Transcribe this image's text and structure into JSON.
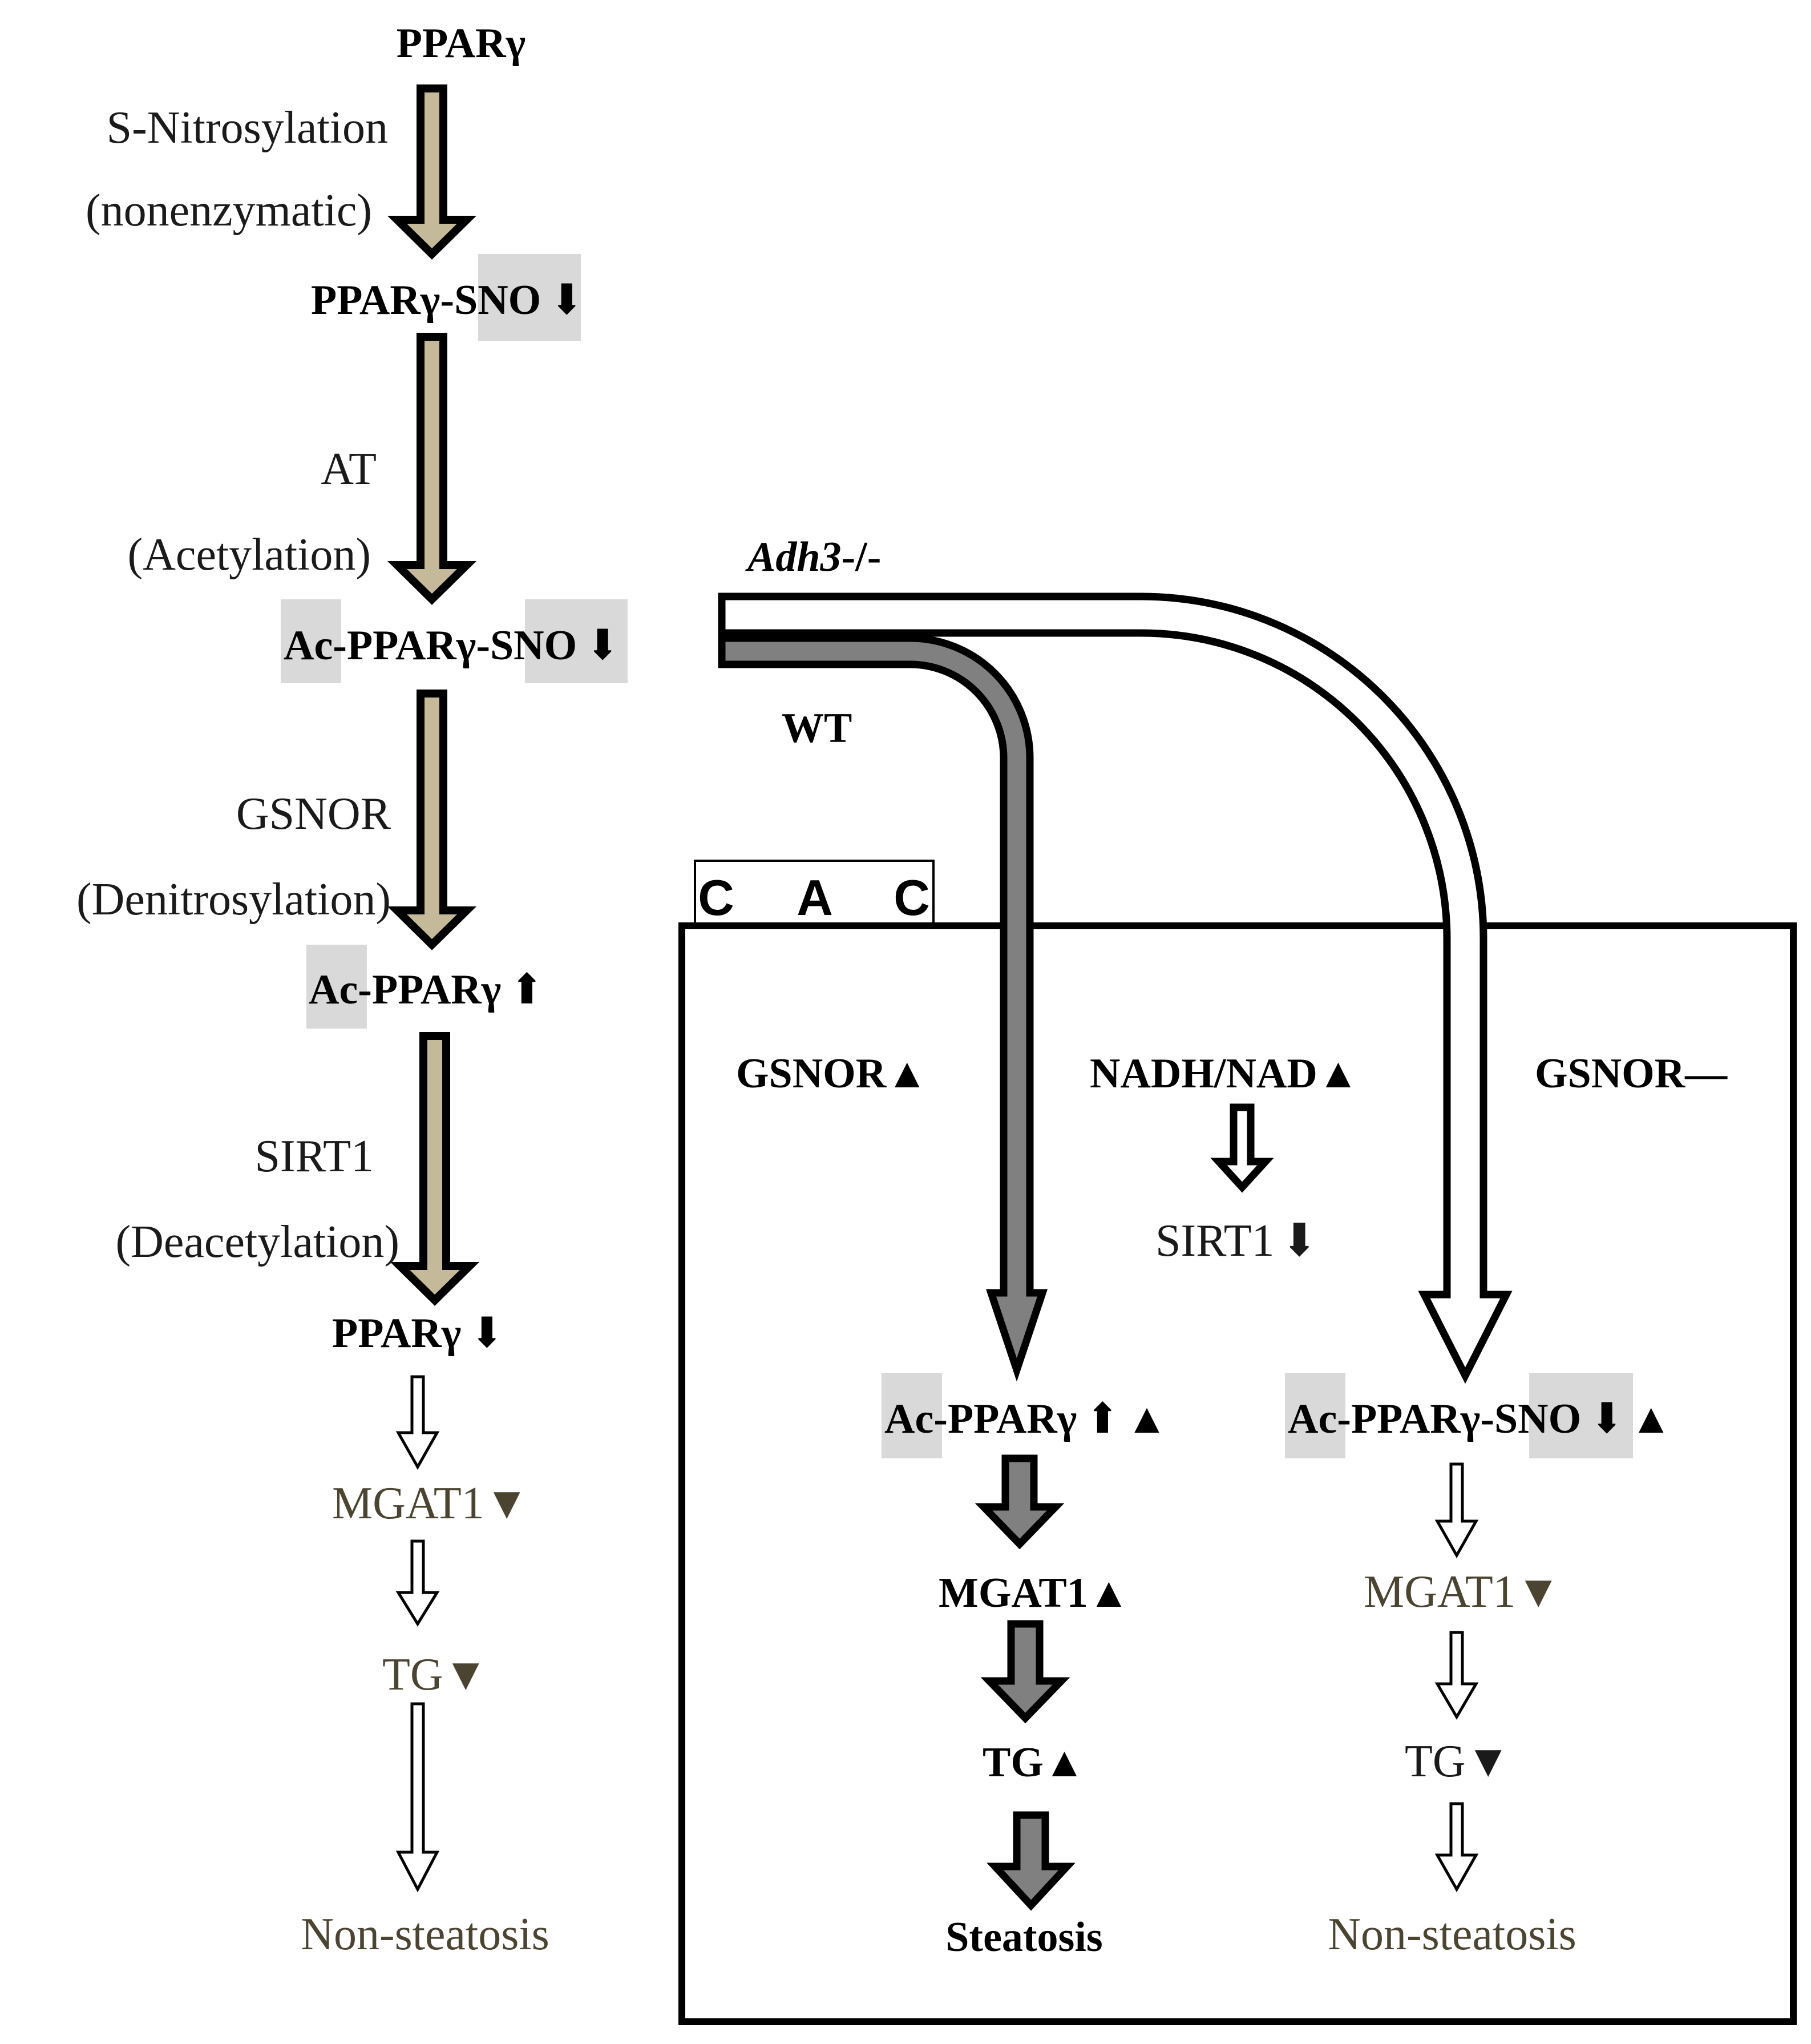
{
  "left_column": {
    "pparg": "PPARγ",
    "sn_label": "S-Nitrosylation",
    "sn_sub": "(nonenzymatic)",
    "pparg_sno_prefix": "PPARγ-",
    "pparg_sno_suffix": "SNO",
    "arrow_down": "⬇",
    "arrow_up": "⬆",
    "at_label": "AT",
    "at_sub": "(Acetylation)",
    "ac": "Ac",
    "ac_mid": "-PPARγ-",
    "sno": "SNO",
    "gsnor_label": "GSNOR",
    "gsnor_sub": "(Denitrosylation)",
    "ac_pparg_mid": "-PPARγ",
    "sirt1_label": "SIRT1",
    "sirt1_sub": "(Deacetylation)",
    "pparg_end": "PPARγ",
    "mgat1": "MGAT1▼",
    "tg": "TG▼",
    "non_steatosis": "Non-steatosis"
  },
  "pathways": {
    "adh3": "Adh3",
    "adh3_suffix": "-/-",
    "wt": "WT",
    "cac_letters": [
      "C",
      "A",
      "C"
    ]
  },
  "box": {
    "gsnor_up": "GSNOR▲",
    "nadh": "NADH/NAD▲",
    "gsnor_none": "GSNOR—",
    "sirt1_down": "SIRT1",
    "wt_branch": {
      "ac": "Ac",
      "pparg": "-PPARγ",
      "triangle": "▲",
      "mgat1": "MGAT1▲",
      "tg": "TG▲",
      "steatosis": "Steatosis"
    },
    "ko_branch": {
      "ac": "Ac",
      "pparg": "-PPARγ-",
      "sno": "SNO",
      "triangle": "▲",
      "mgat1": "MGAT1▼",
      "tg": "TG▼",
      "non_steatosis": "Non-steatosis"
    }
  },
  "colors": {
    "tan": "#c4b998",
    "wt_gray": "#808080",
    "highlight": "#d9d9d9",
    "olive_text": "#4a4430"
  }
}
